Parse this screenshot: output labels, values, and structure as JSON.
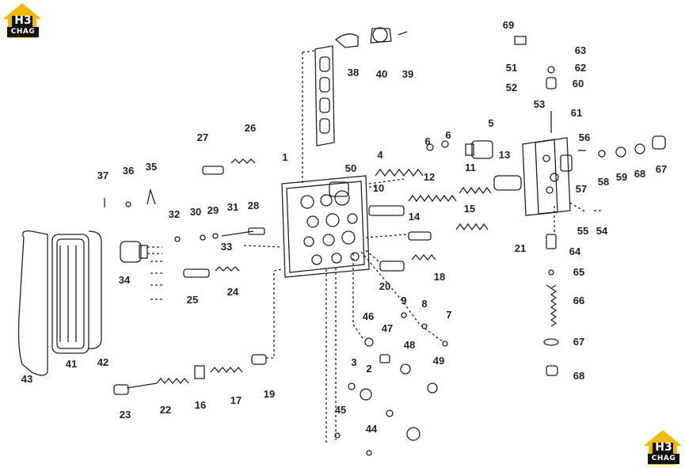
{
  "logo_top_left": {
    "mark": "H3",
    "text": "CHAG"
  },
  "logo_bottom_right": {
    "mark": "H3",
    "text": "CHAG"
  },
  "part_labels": [
    "1",
    "2",
    "3",
    "4",
    "5",
    "6",
    "6",
    "7",
    "8",
    "9",
    "10",
    "11",
    "12",
    "13",
    "14",
    "15",
    "16",
    "17",
    "18",
    "19",
    "20",
    "21",
    "22",
    "23",
    "24",
    "25",
    "26",
    "27",
    "28",
    "29",
    "30",
    "31",
    "32",
    "33",
    "34",
    "35",
    "36",
    "37",
    "38",
    "39",
    "40",
    "41",
    "42",
    "43",
    "44",
    "45",
    "46",
    "47",
    "48",
    "49",
    "50",
    "51",
    "52",
    "53",
    "54",
    "55",
    "56",
    "57",
    "58",
    "59",
    "60",
    "61",
    "62",
    "63",
    "64",
    "65",
    "66",
    "67",
    "67",
    "68",
    "68",
    "69"
  ],
  "colors": {
    "line": "#222222",
    "accent": "#f3b800",
    "logo_dark": "#111111"
  }
}
